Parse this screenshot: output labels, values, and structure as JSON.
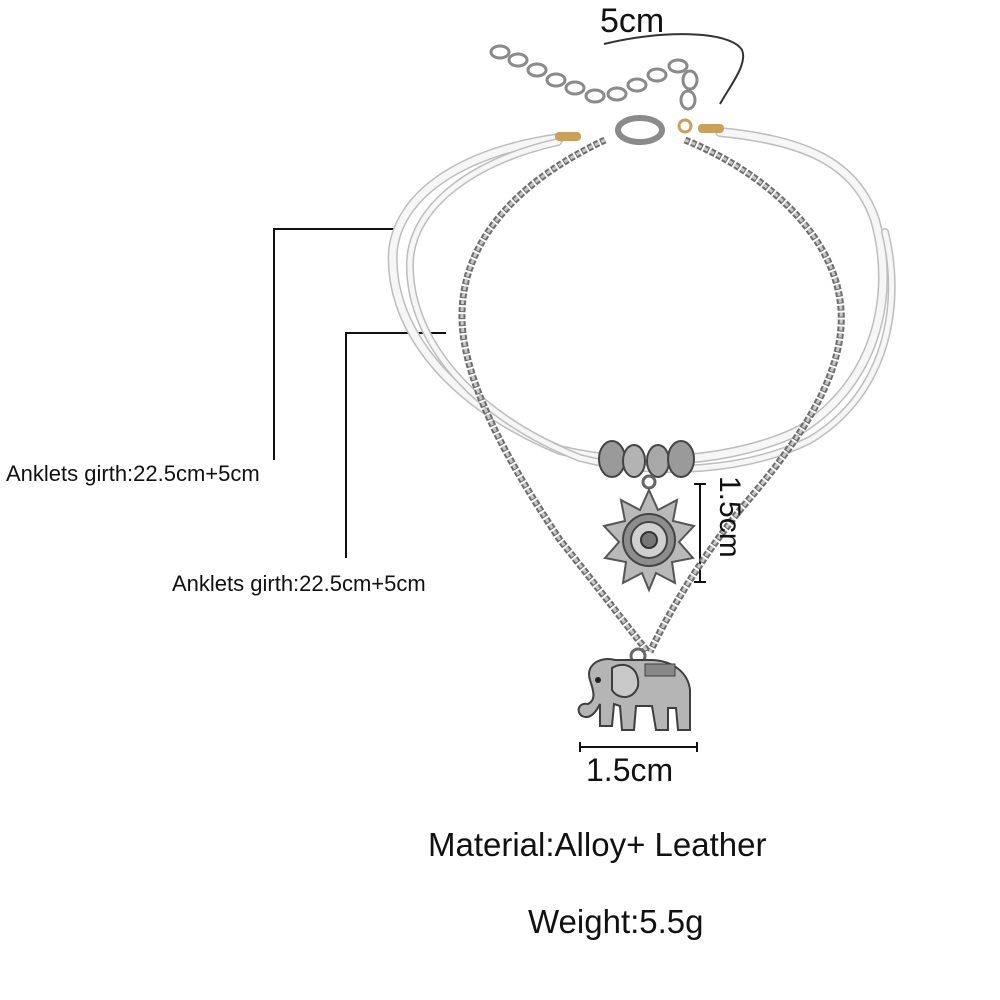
{
  "labels": {
    "girth_outer": "Anklets girth:22.5cm+5cm",
    "girth_inner": "Anklets girth:22.5cm+5cm",
    "extension": "5cm",
    "sun_size": "1.5cm",
    "elephant_size": "1.5cm",
    "material": "Material:Alloy+ Leather",
    "weight": "Weight:5.5g"
  },
  "colors": {
    "cord": "#f4f4f4",
    "cord_edge": "#bdbdbd",
    "chain": "#8a8a8a",
    "silver": "#b9b9b9",
    "dark_silver": "#555555",
    "gold_clasp": "#c9a15a"
  }
}
